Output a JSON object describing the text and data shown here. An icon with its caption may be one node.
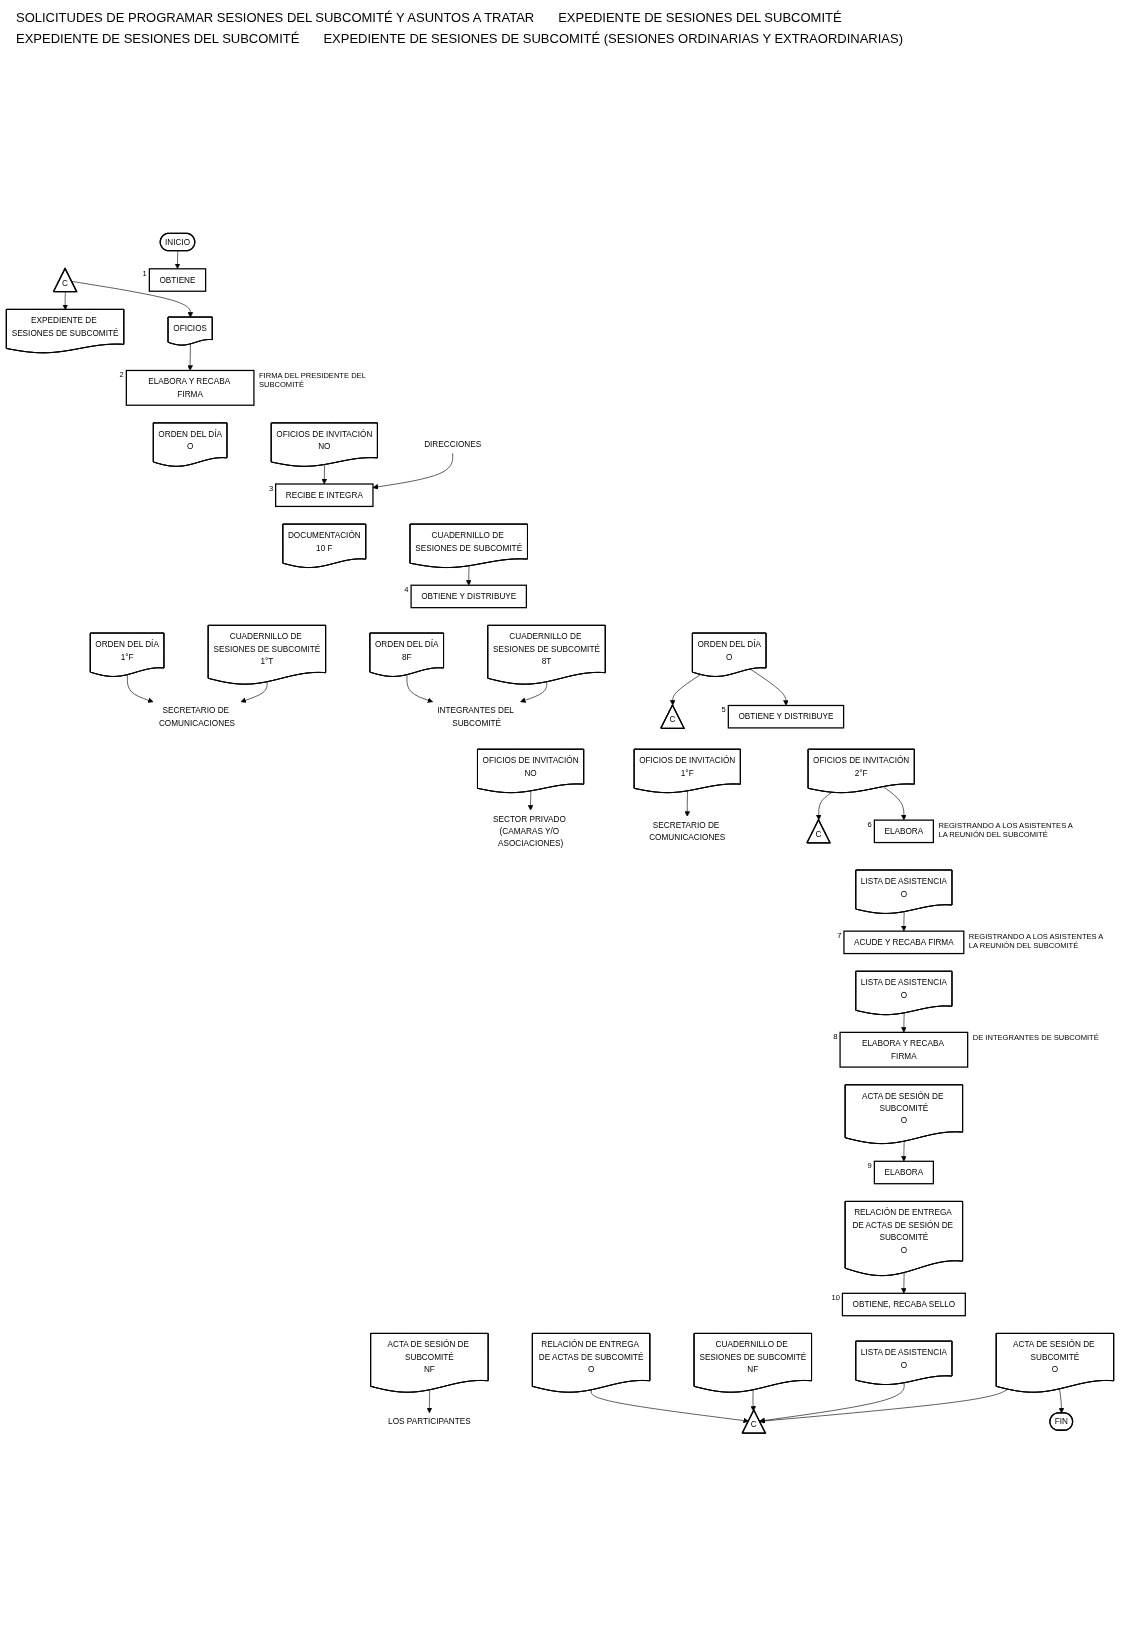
{
  "diagram": {
    "nodes": [
      {
        "text": [
          "INICIO"
        ]
      },
      {
        "text": [
          "OBTIENE"
        ],
        "beside": [
          "1"
        ]
      },
      {
        "text": [
          "EXPEDIENTE DE SESIONES DE SUBCOMITÉ"
        ]
      },
      {
        "text": [
          "OFICIOS"
        ]
      },
      {
        "text": [
          "C"
        ]
      },
      {
        "text": [
          "ELABORA Y RECABA FIRMA"
        ],
        "beside": [
          "2",
          "FIRMA DEL PRESIDENTE DEL SUBCOMITÉ"
        ]
      },
      {
        "text": [
          "ORDEN DEL DÍA",
          "O"
        ]
      },
      {
        "text": [
          "OFICIOS DE INVITACIÓN",
          "NO"
        ]
      },
      {
        "text": [
          "RECIBE E INTEGRA"
        ],
        "beside": [
          "3"
        ]
      },
      {
        "text": [
          "DOCUMENTACIÓN",
          "10 F"
        ]
      },
      {
        "text": [
          "CUADERNILLO DE SESIONES DE SUBCOMITÉ"
        ]
      },
      {
        "text": [
          "DIRECCIONES"
        ]
      },
      {
        "text": [
          "OBTIENE Y DISTRIBUYE"
        ],
        "beside": [
          "4"
        ]
      },
      {
        "text": [
          "ORDEN DEL DÍA",
          "1°F"
        ]
      },
      {
        "text": [
          "CUADERNILLO DE SESIONES DE SUBCOMITÉ",
          "1°T"
        ]
      },
      {
        "text": [
          "ORDEN DEL DÍA",
          "8F"
        ]
      },
      {
        "text": [
          "CUADERNILLO DE SESIONES DE SUBCOMITÉ",
          "8T"
        ]
      },
      {
        "text": [
          "ORDEN DEL DÍA",
          "O"
        ]
      },
      {
        "text": [
          "SECRETARIO DE COMUNICACIONES"
        ]
      },
      {
        "text": [
          "INTEGRANTES DEL SUBCOMITÉ"
        ]
      },
      {
        "text": [
          "C"
        ]
      },
      {
        "text": [
          "OBTIENE Y DISTRIBUYE"
        ],
        "beside": [
          "5"
        ]
      },
      {
        "text": [
          "OFICIOS DE INVITACIÓN",
          "NO"
        ]
      },
      {
        "text": [
          "OFICIOS DE INVITACIÓN",
          "1°F"
        ]
      },
      {
        "text": [
          "OFICIOS DE INVITACIÓN",
          "2°F"
        ]
      },
      {
        "text": [
          "SECTOR PRIVADO (CAMARAS Y/O ASOCIACIONES)"
        ]
      },
      {
        "text": [
          "SECRETARIO DE COMUNICACIONES"
        ]
      },
      {
        "text": [
          "C"
        ]
      },
      {
        "text": [
          "ELABORA"
        ],
        "beside": [
          "6",
          "REGISTRANDO A LOS ASISTENTES A LA REUNIÓN DEL SUBCOMITÉ"
        ]
      },
      {
        "text": [
          "LISTA DE ASISTENCIA",
          "O"
        ]
      },
      {
        "text": [
          "ACUDE Y RECABA FIRMA"
        ],
        "beside": [
          "7",
          "REGISTRANDO A LOS ASISTENTES A LA REUNIÓN DEL SUBCOMITÉ"
        ]
      },
      {
        "text": [
          "LISTA DE ASISTENCIA",
          "O"
        ]
      },
      {
        "text": [
          "ELABORA Y RECABA FIRMA"
        ],
        "beside": [
          "8",
          "DE INTEGRANTES DE SUBCOMITÉ"
        ]
      },
      {
        "text": [
          "ACTA DE SESIÓN DE SUBCOMITÉ",
          "O"
        ]
      },
      {
        "text": [
          "ELABORA"
        ],
        "beside": [
          "9"
        ]
      },
      {
        "text": [
          "RELACIÓN DE ENTREGA DE ACTAS DE SESIÓN DE SUBCOMITÉ",
          "O"
        ]
      },
      {
        "text": [
          "OBTIENE, RECABA SELLO"
        ],
        "beside": [
          "10"
        ]
      },
      {
        "text": [
          "ACTA DE SESIÓN DE SUBCOMITÉ",
          "NF"
        ]
      },
      {
        "text": [
          "RELACIÓN DE ENTREGA DE ACTAS DE SUBCOMITÉ",
          "O"
        ]
      },
      {
        "text": [
          "CUADERNILLO DE SESIONES DE SUBCOMITÉ",
          "NF"
        ]
      },
      {
        "text": [
          "LISTA DE ASISTENCIA",
          "O"
        ]
      },
      {
        "text": [
          "ACTA DE SESIÓN DE SUBCOMITÉ",
          "O"
        ]
      },
      {
        "text": [
          "LOS PARTICIPANTES"
        ]
      },
      {
        "text": [
          "C"
        ]
      },
      {
        "text": [
          "FIN"
        ]
      }
    ],
    "edges": [
      {
        "from": 0,
        "to": 1,
        "arrow": "to"
      },
      {
        "from": 4,
        "to": 2,
        "arrow": "to"
      },
      {
        "from": 4,
        "to": 3,
        "arrow": "to"
      },
      {
        "from": 3,
        "to": 5,
        "arrow": "to"
      },
      {
        "from": 7,
        "to": 8,
        "arrow": "to"
      },
      {
        "from": 11,
        "to": 8,
        "arrow": "to"
      },
      {
        "from": 10,
        "to": 12,
        "arrow": "to"
      },
      {
        "from": 13,
        "to": 18,
        "arrow": "to"
      },
      {
        "from": 14,
        "to": 18,
        "arrow": "to"
      },
      {
        "from": 15,
        "to": 19,
        "arrow": "to"
      },
      {
        "from": 16,
        "to": 19,
        "arrow": "to"
      },
      {
        "from": 17,
        "to": 20,
        "arrow": "to"
      },
      {
        "from": 17,
        "to": 21,
        "arrow": "to"
      },
      {
        "from": 22,
        "to": 25,
        "arrow": "to"
      },
      {
        "from": 23,
        "to": 26,
        "arrow": "to"
      },
      {
        "from": 24,
        "to": 27,
        "arrow": "to"
      },
      {
        "from": 24,
        "to": 28,
        "arrow": "to"
      },
      {
        "from": 29,
        "to": 30,
        "arrow": "to"
      },
      {
        "from": 31,
        "to": 32,
        "arrow": "to"
      },
      {
        "from": 33,
        "to": 34,
        "arrow": "to"
      },
      {
        "from": 35,
        "to": 36,
        "arrow": "to"
      },
      {
        "from": 37,
        "to": 42,
        "arrow": "to"
      },
      {
        "from": 38,
        "to": 43,
        "arrow": "to"
      },
      {
        "from": 39,
        "to": 43,
        "arrow": "to"
      },
      {
        "from": 40,
        "to": 43,
        "arrow": "to"
      },
      {
        "from": 41,
        "to": 43,
        "arrow": "to"
      },
      {
        "from": 41,
        "to": 44,
        "arrow": "to"
      }
    ],
    "labels": [
      "SOLICITUDES DE PROGRAMAR SESIONES DEL SUBCOMITÉ Y ASUNTOS A TRATAR",
      "EXPEDIENTE DE SESIONES DEL SUBCOMITÉ",
      "EXPEDIENTE DE SESIONES DEL SUBCOMITÉ",
      "EXPEDIENTE DE SESIONES DE SUBCOMITÉ (SESIONES ORDINARIAS Y EXTRAORDINARIAS)"
    ]
  }
}
